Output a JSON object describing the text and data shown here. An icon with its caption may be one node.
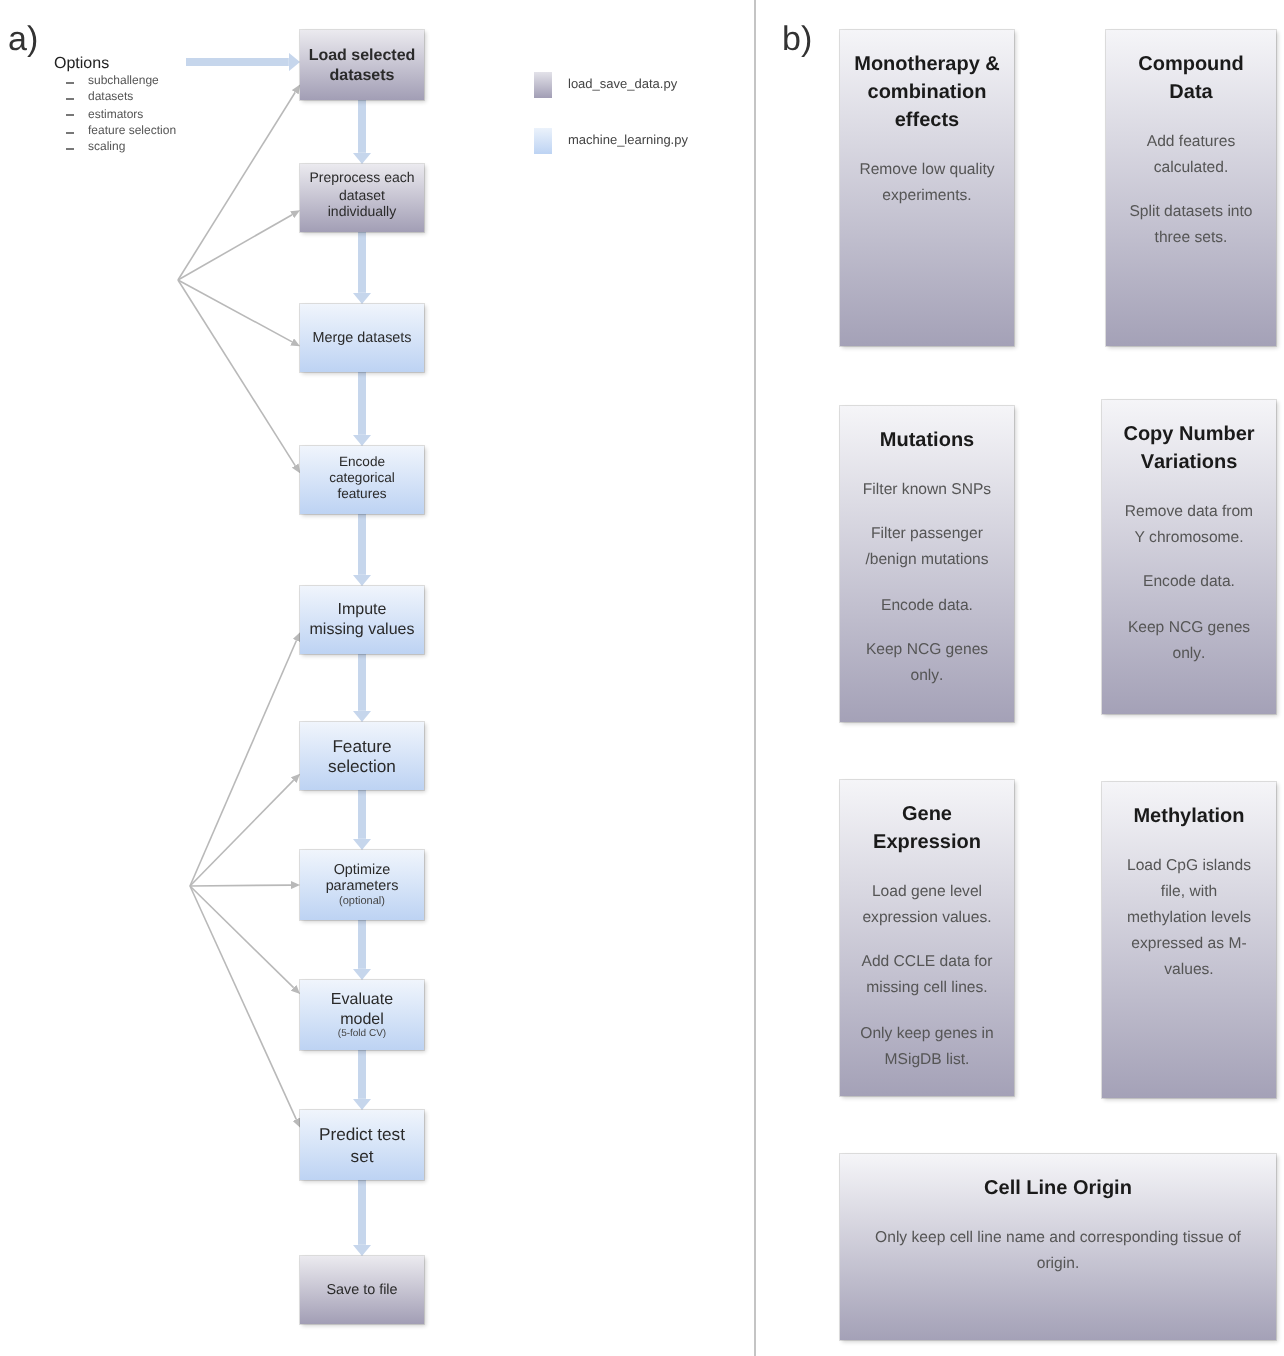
{
  "diagram": {
    "nodes": [
      {
        "text": [
          "Options",
          "subchallenge",
          "datasets",
          "estimators",
          "feature selection",
          "scaling"
        ]
      },
      {
        "text": [
          "Load selected datasets"
        ]
      },
      {
        "text": [
          "Preprocess each dataset individually"
        ]
      },
      {
        "text": [
          "Merge datasets"
        ]
      },
      {
        "text": [
          "Encode categorical features"
        ]
      },
      {
        "text": [
          "Impute missing values"
        ]
      },
      {
        "text": [
          "Feature selection"
        ]
      },
      {
        "text": [
          "Optimize parameters",
          "(optional)"
        ]
      },
      {
        "text": [
          "Evaluate model",
          "(5-fold CV)"
        ]
      },
      {
        "text": [
          "Predict test set"
        ]
      },
      {
        "text": [
          "Save to file"
        ]
      },
      {
        "text": [
          "Monotherapy & combination effects",
          "Remove low quality experiments."
        ]
      },
      {
        "text": [
          "Compound Data",
          "Add features calculated.",
          "Split datasets into three sets."
        ]
      },
      {
        "text": [
          "Mutations",
          "Filter known SNPs",
          "Filter passenger /benign mutations",
          "Encode data.",
          "Keep NCG genes only."
        ]
      },
      {
        "text": [
          "Copy Number Variations",
          "Remove data from Y chromosome.",
          "Encode data.",
          "Keep NCG genes only."
        ]
      },
      {
        "text": [
          "Gene Expression",
          "Load gene level expression values.",
          "Add CCLE data for missing cell lines.",
          "Only keep genes in MSigDB list."
        ]
      },
      {
        "text": [
          "Methylation",
          "Load CpG islands file, with methylation levels expressed as M-values."
        ]
      },
      {
        "text": [
          "Cell Line Origin",
          "Only keep cell line name and corresponding tissue of origin."
        ]
      }
    ],
    "edges": [
      {
        "from": 0,
        "to": 1,
        "arrow": "to"
      },
      {
        "from": 1,
        "to": 2,
        "arrow": "to"
      },
      {
        "from": 2,
        "to": 3,
        "arrow": "to"
      },
      {
        "from": 3,
        "to": 4,
        "arrow": "to"
      },
      {
        "from": 4,
        "to": 5,
        "arrow": "to"
      },
      {
        "from": 5,
        "to": 6,
        "arrow": "to"
      },
      {
        "from": 6,
        "to": 7,
        "arrow": "to"
      },
      {
        "from": 7,
        "to": 8,
        "arrow": "to"
      },
      {
        "from": 8,
        "to": 9,
        "arrow": "to"
      },
      {
        "from": 9,
        "to": 10,
        "arrow": "to"
      },
      {
        "from": null,
        "to": 1,
        "arrow": "to",
        "color": "#b9b9b9"
      },
      {
        "from": null,
        "to": 2,
        "arrow": "to",
        "color": "#b9b9b9"
      },
      {
        "from": null,
        "to": 3,
        "arrow": "to",
        "color": "#b9b9b9"
      },
      {
        "from": null,
        "to": 4,
        "arrow": "to",
        "color": "#b9b9b9"
      },
      {
        "from": null,
        "to": 5,
        "arrow": "to",
        "color": "#b9b9b9"
      },
      {
        "from": null,
        "to": 6,
        "arrow": "to",
        "color": "#b9b9b9"
      },
      {
        "from": null,
        "to": 7,
        "arrow": "to",
        "color": "#b9b9b9"
      },
      {
        "from": null,
        "to": 8,
        "arrow": "to",
        "color": "#b9b9b9"
      },
      {
        "from": null,
        "to": 9,
        "arrow": "to",
        "color": "#b9b9b9"
      }
    ],
    "labels": [
      "a)",
      "b)"
    ],
    "legend": [
      {
        "text": "load_save_data.py",
        "color": "#a29eb5"
      },
      {
        "text": "machine_learning.py",
        "color": "#bdd3f3"
      }
    ]
  }
}
